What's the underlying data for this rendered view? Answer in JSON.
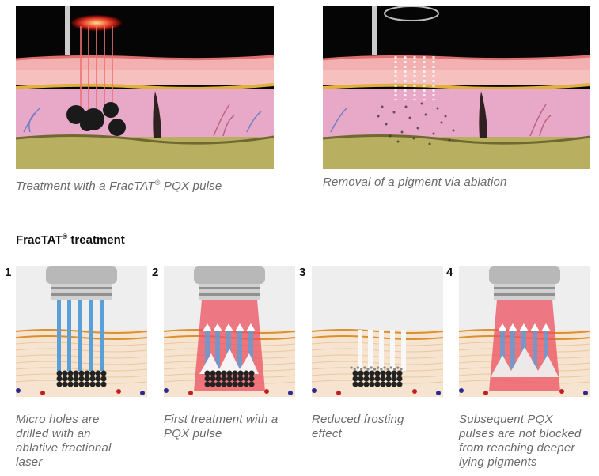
{
  "top_panels": [
    {
      "caption_pre": "Treatment with a FracTAT",
      "caption_mark": "®",
      "caption_post": " PQX pulse"
    },
    {
      "caption_pre": "Removal of a pigment via ablation",
      "caption_mark": "",
      "caption_post": ""
    }
  ],
  "section": {
    "title_pre": "FracTAT",
    "title_mark": "®",
    "title_post": " treatment"
  },
  "steps": [
    {
      "number": "1",
      "caption": [
        "Micro holes are",
        "drilled with an",
        "ablative fractional",
        "laser"
      ]
    },
    {
      "number": "2",
      "caption": [
        "First treatment with a",
        "PQX pulse"
      ]
    },
    {
      "number": "3",
      "caption": [
        "Reduced frosting",
        "effect"
      ]
    },
    {
      "number": "4",
      "caption": [
        "Subsequent PQX",
        "pulses are not blocked",
        "from reaching deeper",
        "lying pigments"
      ]
    }
  ],
  "colors": {
    "skin_pink": "#f0a8b0",
    "dermis_pink": "#e0a0c0",
    "fat_yellow": "#c8c070",
    "laser_red": "#ec5060",
    "laser_blue": "#5aa0d8",
    "pigment": "#222222"
  }
}
